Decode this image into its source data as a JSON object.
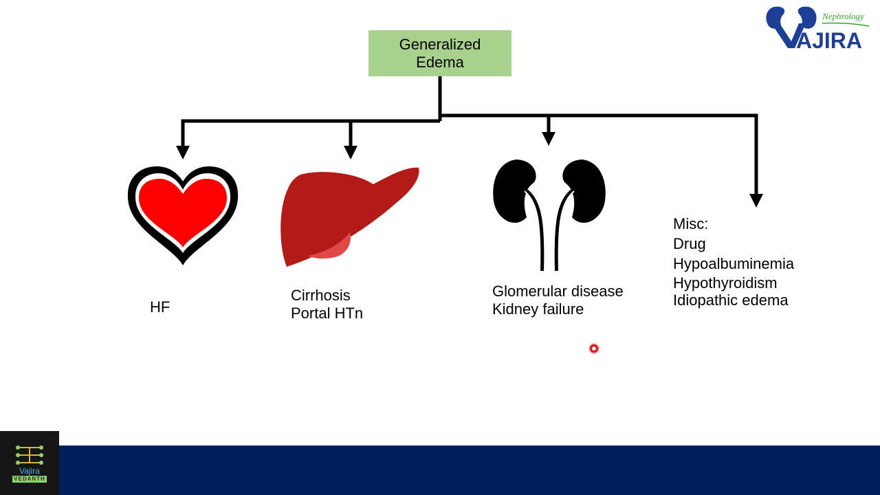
{
  "diagram": {
    "root": {
      "lines": [
        "Generalized",
        "Edema"
      ]
    },
    "branches": [
      {
        "id": "heart",
        "icon": "heart-icon",
        "lines": [
          "HF"
        ]
      },
      {
        "id": "liver",
        "icon": "liver-icon",
        "lines": [
          "Cirrhosis",
          "Portal HTn"
        ]
      },
      {
        "id": "kidney",
        "icon": "kidney-icon",
        "lines": [
          "Glomerular disease",
          "Kidney failure"
        ]
      },
      {
        "id": "misc",
        "icon": "",
        "lines": [
          "Misc:",
          "Drug",
          "Hypoalbuminemia",
          "Hypothyroidism",
          "Idiopathic edema"
        ]
      }
    ]
  },
  "logo": {
    "tagline": "Nephrology",
    "name": "AJIRA"
  },
  "footer": {
    "logo_line1": "Vajira",
    "logo_line2": "VEDANTH"
  },
  "colors": {
    "root_box": "#a9d18e",
    "heart": "#ff0000",
    "liver": "#b31b17",
    "footer": "#00205b",
    "logo_blue": "#1e3f96",
    "logo_green": "#3aa335"
  }
}
